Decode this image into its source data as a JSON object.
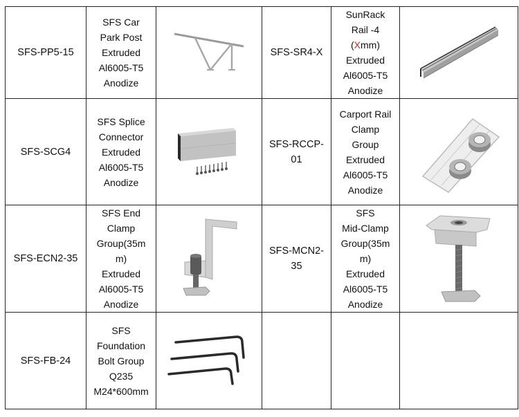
{
  "table": {
    "rows": [
      {
        "left": {
          "code": "SFS-PP5-15",
          "description": [
            "SFS Car",
            "Park Post",
            "Extruded",
            "Al6005-T5",
            "Anodize"
          ],
          "image": "car-park-post-frame"
        },
        "right": {
          "code": "SFS-SR4-X",
          "description_parts": {
            "line1": "SunRack",
            "line2": "Rail -4",
            "line3_pre": "(",
            "line3_var": "X",
            "line3_post": "mm)",
            "line4": "Extruded",
            "line5": "Al6005-T5",
            "line6": "Anodize"
          },
          "highlight_color": "#e02020",
          "image": "sunrack-rail"
        }
      },
      {
        "left": {
          "code": "SFS-SCG4",
          "description": [
            "SFS Splice",
            "Connector",
            "Extruded",
            "Al6005-T5",
            "Anodize"
          ],
          "image": "splice-connector-with-screws"
        },
        "right": {
          "code_lines": [
            "SFS-RCCP-",
            "01"
          ],
          "description": [
            "Carport Rail",
            "Clamp",
            "Group",
            "Extruded",
            "Al6005-T5",
            "Anodize"
          ],
          "image": "carport-rail-clamp"
        }
      },
      {
        "left": {
          "code": "SFS-ECN2-35",
          "description": [
            "SFS End",
            "Clamp",
            "Group(35m",
            "m)",
            "Extruded",
            "Al6005-T5",
            "Anodize"
          ],
          "image": "end-clamp"
        },
        "right": {
          "code_lines": [
            "SFS-MCN2-",
            "35"
          ],
          "description": [
            "SFS",
            "Mid-Clamp",
            "Group(35m",
            "m)",
            "Extruded",
            "Al6005-T5",
            "Anodize"
          ],
          "image": "mid-clamp"
        }
      },
      {
        "left": {
          "code": "SFS-FB-24",
          "description": [
            "SFS",
            "Foundation",
            "Bolt Group",
            "Q235",
            "M24*600mm"
          ],
          "image": "foundation-bolts"
        },
        "right": {
          "code": "",
          "description": [],
          "image": ""
        }
      }
    ]
  }
}
